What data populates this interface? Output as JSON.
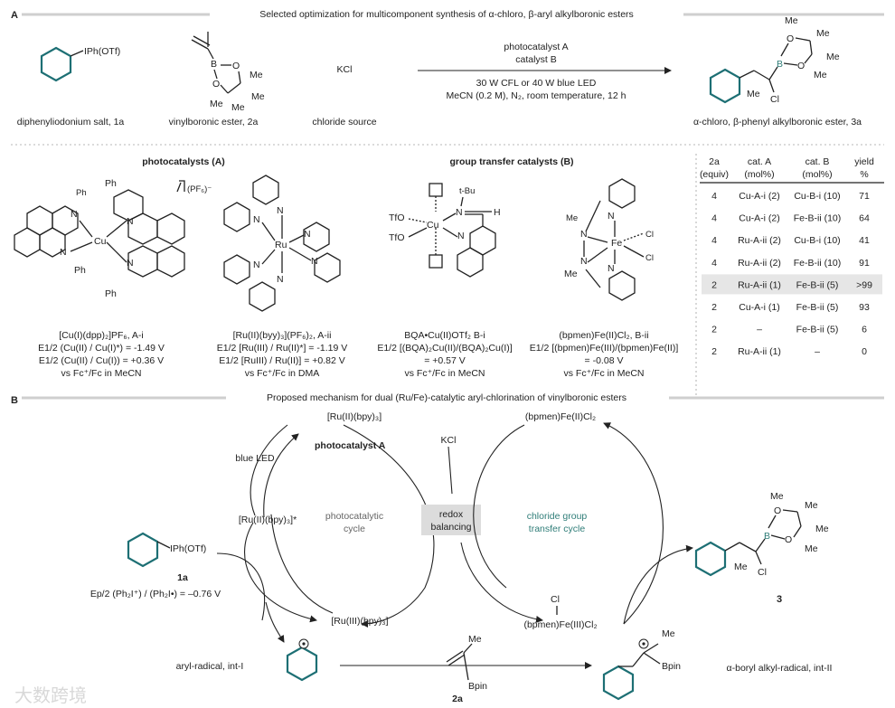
{
  "panelA": {
    "letter": "A",
    "title": "Selected optimization for multicomponent synthesis of α-chloro, β-aryl alkylboronic esters",
    "reactants": {
      "iodonium_formula": "IPh(OTf)",
      "iodonium_label": "diphenyliodonium salt, 1a",
      "vinyl_label": "vinylboronic ester, 2a",
      "kcl": "KCl",
      "kcl_label": "chloride source"
    },
    "conditions": {
      "line1": "photocatalyst A",
      "line2": "catalyst B",
      "line3": "30 W CFL or 40 W blue LED",
      "line4": "MeCN (0.2 M), N₂, room temperature, 12 h"
    },
    "product_label": "α-chloro, β-phenyl alkylboronic ester, 3a",
    "atoms": {
      "B": "B",
      "O": "O",
      "Me": "Me",
      "Cl": "Cl"
    },
    "photocat_header": "photocatalysts (A)",
    "gt_header": "group transfer catalysts (B)",
    "catalysts": [
      {
        "name": "[Cu(I)(dpp)₂]PF₆, A-i",
        "line1": "E1/2 (Cu(II) / Cu(I)*) = -1.49 V",
        "line2": "E1/2 (Cu(II) / Cu(I)) = +0.36 V",
        "line3": "vs Fc⁺/Fc in MeCN"
      },
      {
        "name": "[Ru(II)(byy)₃](PF₆)₂, A-ii",
        "line1": "E1/2 [Ru(III) / Ru(II)*] = -1.19 V",
        "line2": "E1/2 [RuIII) / Ru(II)] = +0.82 V",
        "line3": "vs Fc⁺/Fc in DMA"
      },
      {
        "name": "BQA•Cu(II)OTf₂ B-i",
        "line1": "E1/2 [(BQA)₂Cu(II)/(BQA)₂Cu(I)]",
        "line2": "= +0.57 V",
        "line3": "vs Fc⁺/Fc in MeCN"
      },
      {
        "name": "(bpmen)Fe(II)Cl₂, B-ii",
        "line1": "E1/2 [(bpmen)Fe(III)/(bpmen)Fe(II)]",
        "line2": "= -0.08 V",
        "line3": "vs Fc⁺/Fc in MeCN"
      }
    ],
    "struct_labels": {
      "cu1": "Cu",
      "ru": "Ru",
      "n": "N",
      "ph": "Ph",
      "pf6": "(PF₆)⁻",
      "tfo": "TfO",
      "cu2": "Cu",
      "tbu": "t-Bu",
      "h": "H",
      "fe": "Fe",
      "me": "Me",
      "cl": "Cl"
    }
  },
  "table": {
    "headers": [
      {
        "top": "2a",
        "bottom": "(equiv)"
      },
      {
        "top": "cat. A",
        "bottom": "(mol%)"
      },
      {
        "top": "cat. B",
        "bottom": "(mol%)"
      },
      {
        "top": "yield",
        "bottom": "%"
      }
    ],
    "rows": [
      [
        "4",
        "Cu-A-i (2)",
        "Cu-B-i (10)",
        "71"
      ],
      [
        "4",
        "Cu-A-i (2)",
        "Fe-B-ii (10)",
        "64"
      ],
      [
        "4",
        "Ru-A-ii (2)",
        "Cu-B-i (10)",
        "41"
      ],
      [
        "4",
        "Ru-A-ii (2)",
        "Fe-B-ii (10)",
        "91"
      ],
      [
        "2",
        "Ru-A-ii (1)",
        "Fe-B-ii (5)",
        ">99"
      ],
      [
        "2",
        "Cu-A-i (1)",
        "Fe-B-ii (5)",
        "93"
      ],
      [
        "2",
        "–",
        "Fe-B-ii (5)",
        "6"
      ],
      [
        "2",
        "Ru-A-ii (1)",
        "–",
        "0"
      ]
    ],
    "highlight_row": 4,
    "highlight_color": "#e6e6e6"
  },
  "panelB": {
    "letter": "B",
    "title": "Proposed mechanism for dual (Ru/Fe)-catalytic aryl-chlorination of vinylboronic esters",
    "ru2": "[Ru(II)(bpy)₃]",
    "photocat_label": "photocatalyst A",
    "blue_led": "blue LED",
    "ru2_star": "[Ru(II)(bpy)₃]*",
    "photo_cycle_1": "photocatalytic",
    "photo_cycle_2": "cycle",
    "kcl": "KCl",
    "redox_1": "redox",
    "redox_2": "balancing",
    "fe2": "(bpmen)Fe(II)Cl₂",
    "chloride_cycle_1": "chloride group",
    "chloride_cycle_2": "transfer cycle",
    "iodonium_formula": "IPh(OTf)",
    "iodonium_id": "1a",
    "potential": "Ep/2 (Ph₂I⁺) / (Ph₂I•) = –0.76 V",
    "ru3": "[Ru(III)(bpy)₃]",
    "fe3_cl": "Cl",
    "fe3": "(bpmen)Fe(III)Cl₂",
    "product_id": "3",
    "aryl_radical": "aryl-radical, int-I",
    "vinyl_me": "Me",
    "vinyl_bpin": "Bpin",
    "vinyl_id": "2a",
    "boryl_me": "Me",
    "boryl_bpin": "Bpin",
    "boryl_radical": "α-boryl alkyl-radical, int-II",
    "redox_box_color": "#dcdcdc",
    "cycle_text_color": "#2f7d78"
  },
  "watermark": "大数跨境"
}
